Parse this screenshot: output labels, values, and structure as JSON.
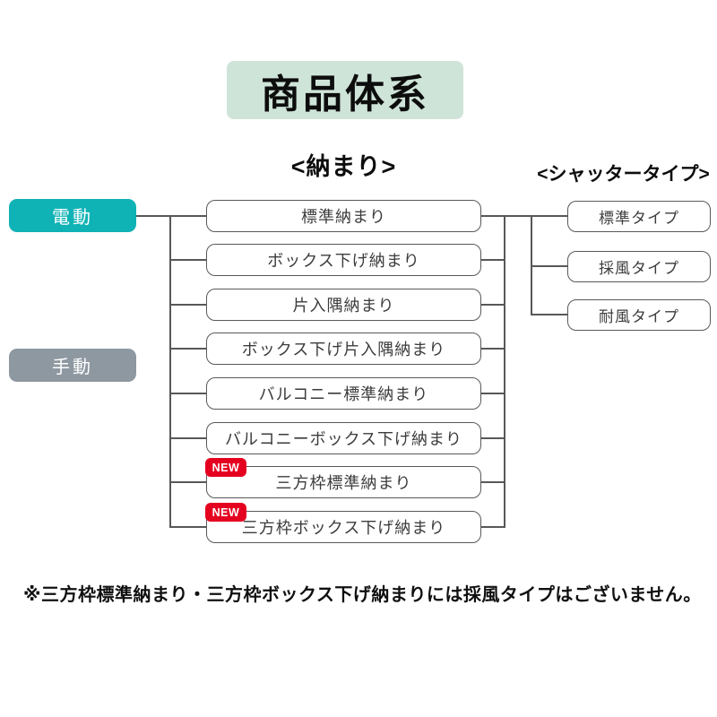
{
  "title": "商品体系",
  "columns": {
    "drive": {
      "items": [
        {
          "label": "電動"
        },
        {
          "label": "手動"
        }
      ]
    },
    "fitting": {
      "header": "<納まり>",
      "new_badge_label": "NEW",
      "items": [
        {
          "label": "標準納まり",
          "new": false
        },
        {
          "label": "ボックス下げ納まり",
          "new": false
        },
        {
          "label": "片入隅納まり",
          "new": false
        },
        {
          "label": "ボックス下げ片入隅納まり",
          "new": false
        },
        {
          "label": "バルコニー標準納まり",
          "new": false
        },
        {
          "label": "バルコニーボックス下げ納まり",
          "new": false
        },
        {
          "label": "三方枠標準納まり",
          "new": true
        },
        {
          "label": "三方枠ボックス下げ納まり",
          "new": true
        }
      ]
    },
    "shutter_type": {
      "header": "<シャッタータイプ>",
      "items": [
        {
          "label": "標準タイプ"
        },
        {
          "label": "採風タイプ"
        },
        {
          "label": "耐風タイプ"
        }
      ]
    }
  },
  "footnote": "※三方枠標準納まり・三方枠ボックス下げ納まりには採風タイプはございません。",
  "colors": {
    "electric_node": "#0fb2b5",
    "manual_node": "#8e98a1",
    "title_background": "#cfe4d8",
    "new_badge": "#e50020",
    "connector_line": "#58585a"
  }
}
